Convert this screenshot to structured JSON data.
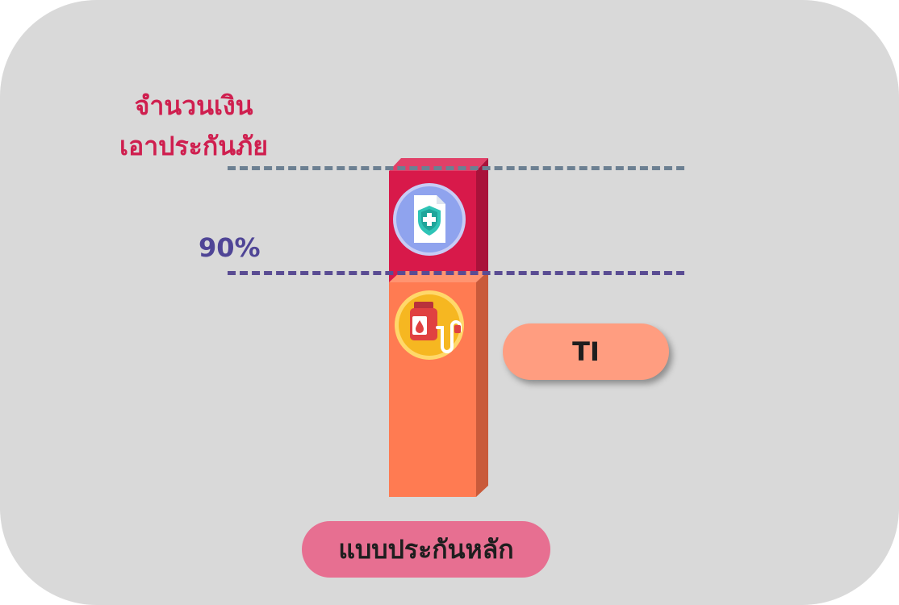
{
  "labels": {
    "sum_insured_line1": "จำนวนเงิน",
    "sum_insured_line2": "เอาประกันภัย",
    "ninety_percent": "90%",
    "ti": "TI",
    "main_plan": "แบบประกันหลัก"
  },
  "colors": {
    "card_background": "#d9d9d9",
    "bar_top_front": "#d8194a",
    "bar_top_side": "#a9123a",
    "bar_bottom_front": "#ff7b52",
    "bar_bottom_side": "#c95a3a",
    "sum_label": "#cf1f4f",
    "ninety_label": "#4f4596",
    "ti_pill": "#ff9d80",
    "plan_pill": "#e76f91"
  },
  "icons": {
    "top": "insurance-document-shield-icon",
    "bottom": "blood-bag-icon"
  }
}
